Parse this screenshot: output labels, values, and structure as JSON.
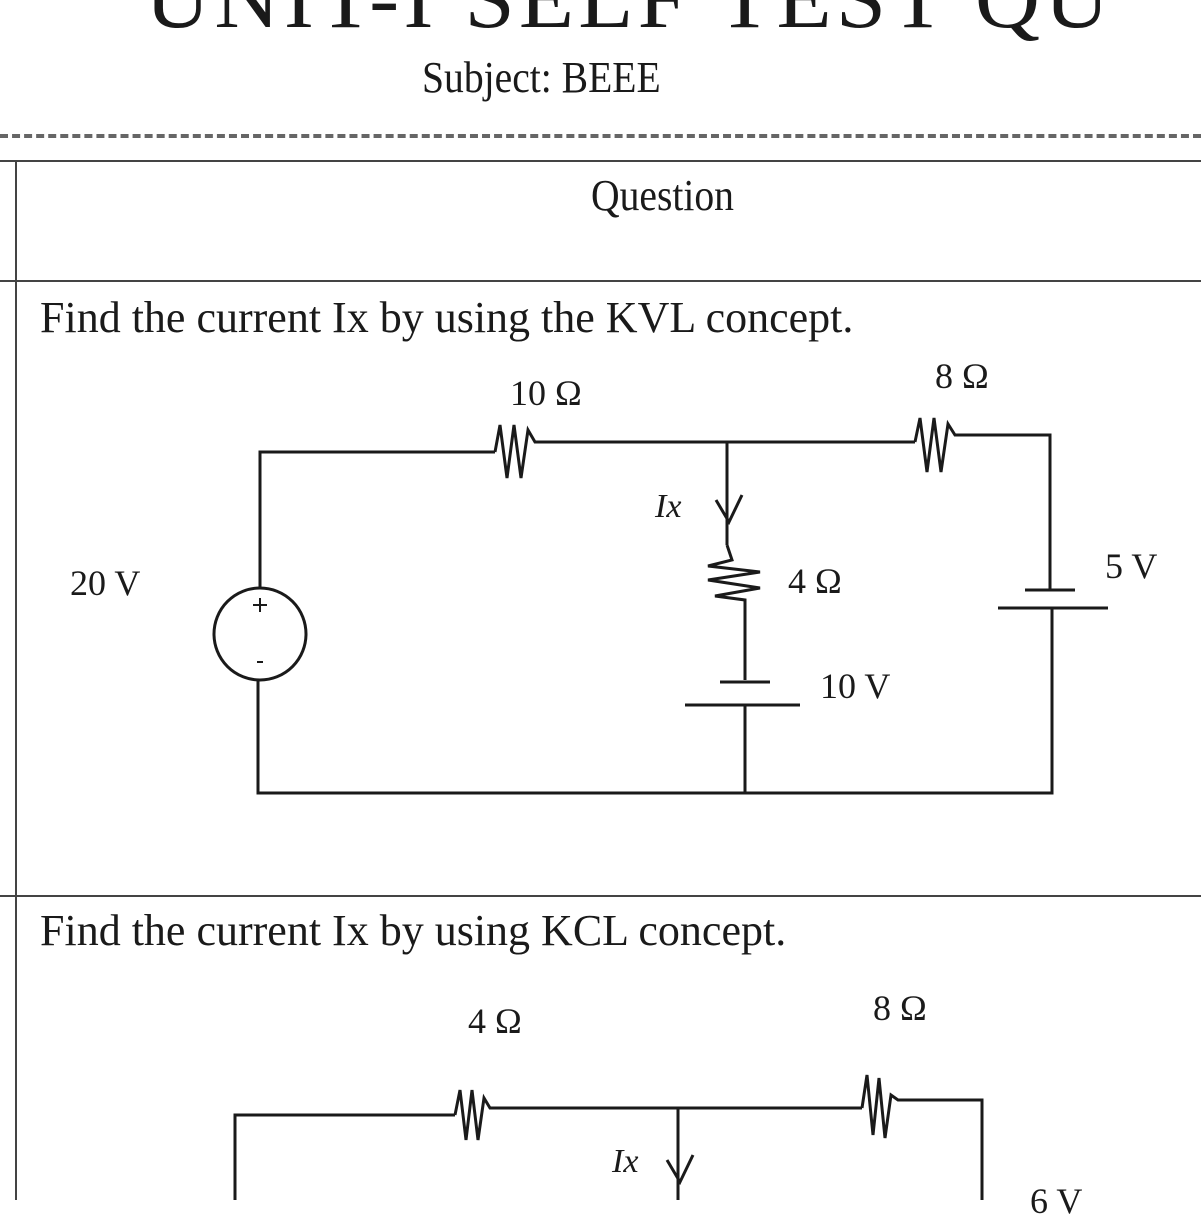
{
  "document": {
    "title": "UNIT-I SELF TEST QU",
    "subject": "Subject: BEEE",
    "table_header": "Question",
    "questions": [
      {
        "text": "Find the current Ix by using the KVL concept.",
        "circuit": {
          "r_top_left": "10 Ω",
          "r_top_right": "8 Ω",
          "current": "Ix",
          "r_middle": "4 Ω",
          "source_left": "20 V",
          "battery_right": "5 V",
          "battery_middle": "10 V"
        }
      },
      {
        "text": "Find the current Ix by using KCL concept.",
        "circuit": {
          "r_top_left": "4 Ω",
          "r_top_right": "8 Ω",
          "current": "Ix",
          "battery_right": "6 V"
        }
      }
    ]
  }
}
